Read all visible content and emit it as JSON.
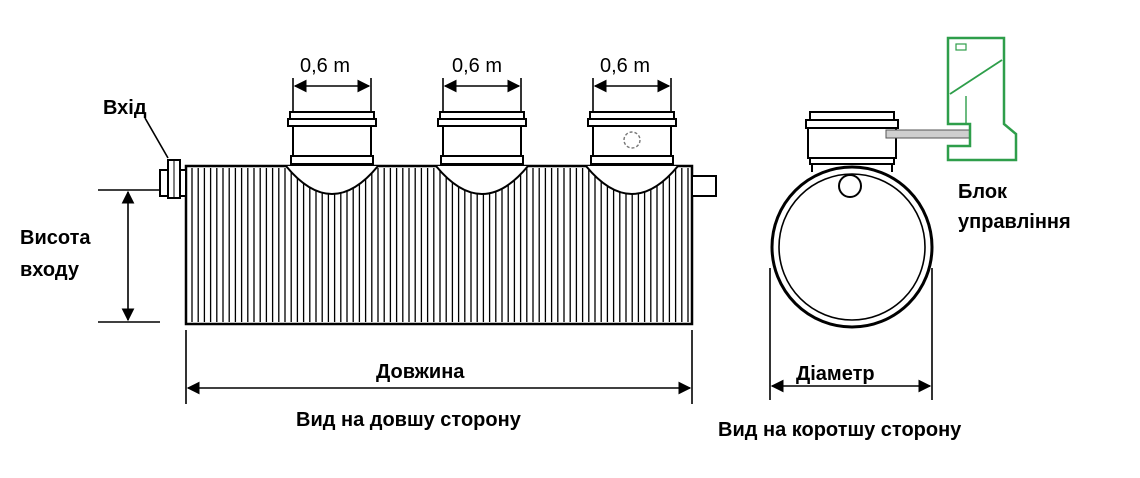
{
  "labels": {
    "inlet": "Вхід",
    "inlet_height_line1": "Висота",
    "inlet_height_line2": "входу",
    "length": "Довжина",
    "diameter": "Діаметр",
    "control_unit_line1": "Блок",
    "control_unit_line2": "управління",
    "long_side_view": "Вид на довшу сторону",
    "short_side_view": "Вид на коротшу сторону"
  },
  "manholes": [
    {
      "dimension": "0,6 m"
    },
    {
      "dimension": "0,6 m"
    },
    {
      "dimension": "0,6 m"
    }
  ],
  "colors": {
    "ink": "#000000",
    "control_unit_outline": "#2e9e4a",
    "pipe_fill": "#cfcfcf"
  }
}
